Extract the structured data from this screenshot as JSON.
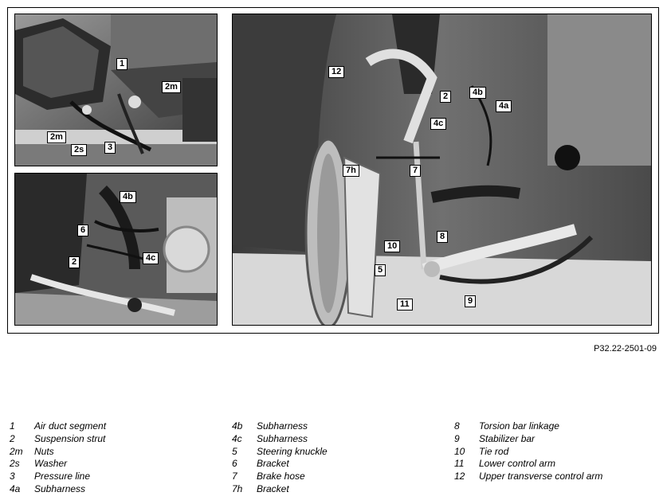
{
  "figure": {
    "reference": "P32.22-2501-09",
    "callouts_top_left": [
      "1",
      "2m",
      "2m",
      "2s",
      "3"
    ],
    "callouts_bottom_left": [
      "4b",
      "6",
      "2",
      "4c"
    ],
    "callouts_right": [
      "12",
      "2",
      "4b",
      "4a",
      "4c",
      "7h",
      "7",
      "10",
      "8",
      "5",
      "11",
      "9"
    ]
  },
  "legend": {
    "columns": [
      [
        {
          "key": "1",
          "text": "Air duct segment"
        },
        {
          "key": "2",
          "text": "Suspension strut"
        },
        {
          "key": "2m",
          "text": "Nuts"
        },
        {
          "key": "2s",
          "text": "Washer"
        },
        {
          "key": "3",
          "text": "Pressure line"
        },
        {
          "key": "4a",
          "text": "Subharness"
        }
      ],
      [
        {
          "key": "4b",
          "text": "Subharness"
        },
        {
          "key": "4c",
          "text": "Subharness"
        },
        {
          "key": "5",
          "text": "Steering knuckle"
        },
        {
          "key": "6",
          "text": "Bracket"
        },
        {
          "key": "7",
          "text": "Brake hose"
        },
        {
          "key": "7h",
          "text": "Bracket"
        }
      ],
      [
        {
          "key": "8",
          "text": "Torsion bar linkage"
        },
        {
          "key": "9",
          "text": "Stabilizer bar"
        },
        {
          "key": "10",
          "text": "Tie rod"
        },
        {
          "key": "11",
          "text": "Lower control arm"
        },
        {
          "key": "12",
          "text": "Upper transverse control arm"
        }
      ]
    ]
  }
}
